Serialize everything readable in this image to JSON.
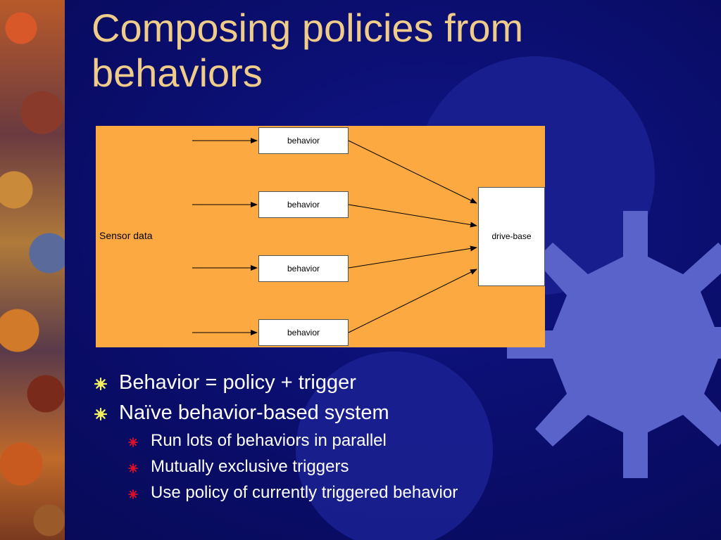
{
  "slide": {
    "title": "Composing policies from behaviors"
  },
  "diagram": {
    "sensor_label": "Sensor data",
    "behaviors": [
      "behavior",
      "behavior",
      "behavior",
      "behavior"
    ],
    "drive_label": "drive-base"
  },
  "bullets": [
    {
      "level": 1,
      "text": "Behavior = policy + trigger"
    },
    {
      "level": 1,
      "text": "Naïve behavior-based system"
    },
    {
      "level": 2,
      "text": "Run lots of behaviors in parallel"
    },
    {
      "level": 2,
      "text": "Mutually exclusive triggers"
    },
    {
      "level": 2,
      "text": "Use policy of currently triggered behavior"
    }
  ],
  "colors": {
    "background": "#0b0f6e",
    "title": "#f0cc8a",
    "diagram_fill": "#fba940",
    "bullet_l1": "#f5f060",
    "bullet_l2": "#d8102a",
    "gear": "#5a63c9"
  },
  "icons": [
    "gear-decoration-icon",
    "sunburst-bullet-icon"
  ]
}
